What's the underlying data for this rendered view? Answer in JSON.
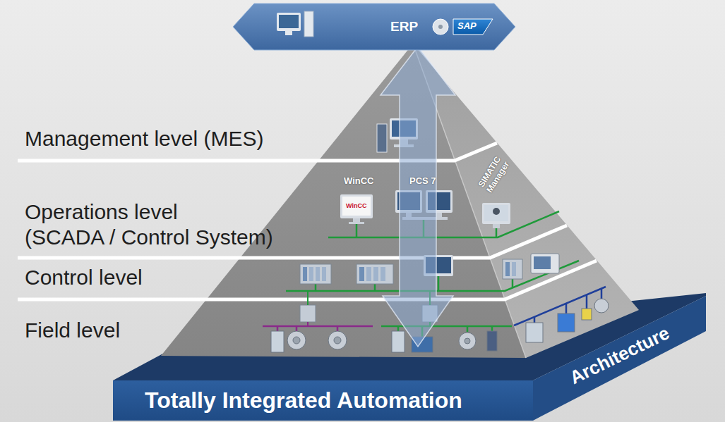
{
  "diagram": {
    "nodes": [
      {
        "text": [
          "ERP"
        ]
      },
      {
        "text": [
          "SAP"
        ],
        "in": 0
      },
      {
        "text": [
          "Totally Integrated Automation",
          "Architecture"
        ]
      }
    ],
    "labels": [
      "Management level (MES)",
      "Operations level (SCADA / Control System)",
      "Control level",
      "Field level",
      "WinCC",
      "WinCC",
      "PCS 7",
      "SIMATIC Manager"
    ]
  }
}
